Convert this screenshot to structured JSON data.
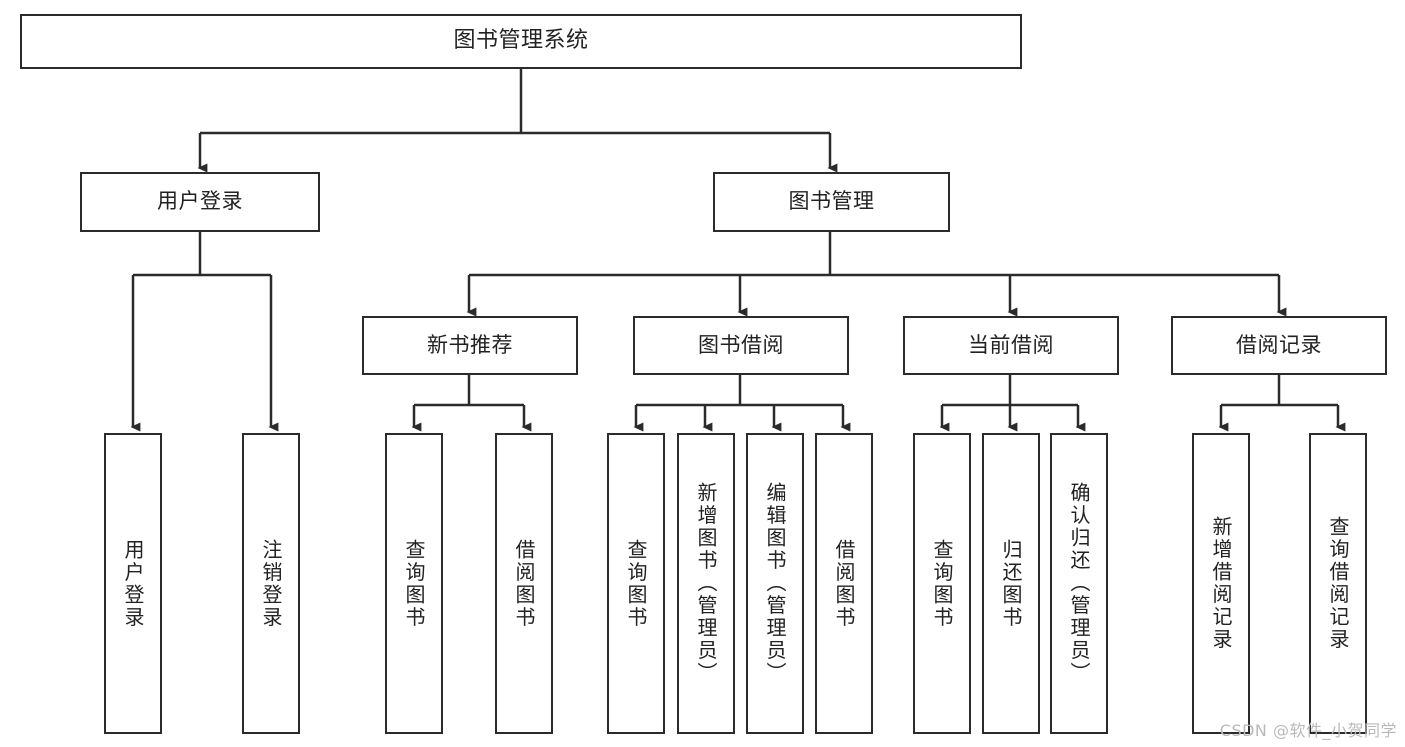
{
  "diagram": {
    "title": "图书管理系统",
    "watermark": "CSDN @软件_小贺同学",
    "colors": {
      "stroke": "#2b2b2b",
      "fill": "#ffffff",
      "text": "#222222",
      "watermark": "#b9b9b9"
    },
    "levels": {
      "root": {
        "label": "图书管理系统"
      },
      "level2": [
        {
          "label": "用户登录"
        },
        {
          "label": "图书管理"
        }
      ],
      "level3": [
        {
          "label": "新书推荐"
        },
        {
          "label": "图书借阅"
        },
        {
          "label": "当前借阅"
        },
        {
          "label": "借阅记录"
        }
      ],
      "leaves": {
        "user_login": [
          {
            "label": "用户登录"
          },
          {
            "label": "注销登录"
          }
        ],
        "new_book": [
          {
            "label": "查询图书"
          },
          {
            "label": "借阅图书"
          }
        ],
        "borrow": [
          {
            "label": "查询图书"
          },
          {
            "label": "新增图书（管理员）"
          },
          {
            "label": "编辑图书（管理员）"
          },
          {
            "label": "借阅图书"
          }
        ],
        "current": [
          {
            "label": "查询图书"
          },
          {
            "label": "归还图书"
          },
          {
            "label": "确认归还（管理员）"
          }
        ],
        "records": [
          {
            "label": "新增借阅记录"
          },
          {
            "label": "查询借阅记录"
          }
        ]
      }
    }
  }
}
